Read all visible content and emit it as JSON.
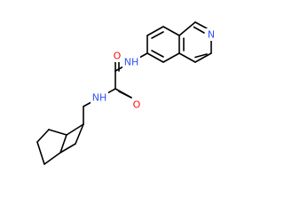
{
  "molecule": {
    "atoms": [
      {
        "id": "N_ring",
        "label": "N",
        "color": "#3050f8"
      },
      {
        "id": "NH_top",
        "label": "NH",
        "color": "#3050f8"
      },
      {
        "id": "NH_bottom",
        "label": "NH",
        "color": "#3050f8"
      },
      {
        "id": "O_top",
        "label": "O",
        "color": "#ff0d0d"
      },
      {
        "id": "O_bottom",
        "label": "O",
        "color": "#ff0d0d"
      }
    ]
  }
}
